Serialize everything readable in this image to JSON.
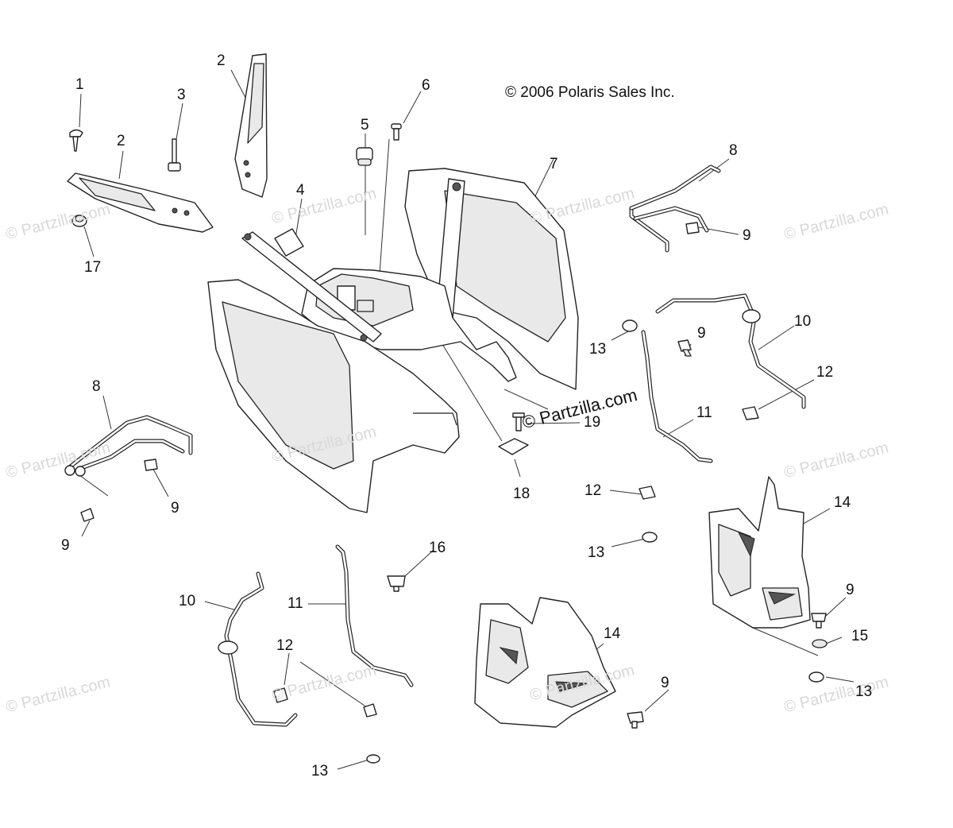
{
  "copyright": "© 2006 Polaris Sales Inc.",
  "watermark_main": "© Partzilla.com",
  "watermark_faint": "© Partzilla.com",
  "callouts": [
    {
      "id": "c1",
      "label": "1"
    },
    {
      "id": "c2a",
      "label": "2"
    },
    {
      "id": "c2b",
      "label": "2"
    },
    {
      "id": "c3",
      "label": "3"
    },
    {
      "id": "c4",
      "label": "4"
    },
    {
      "id": "c5",
      "label": "5"
    },
    {
      "id": "c6",
      "label": "6"
    },
    {
      "id": "c7",
      "label": "7"
    },
    {
      "id": "c8a",
      "label": "8"
    },
    {
      "id": "c8b",
      "label": "8"
    },
    {
      "id": "c9a",
      "label": "9"
    },
    {
      "id": "c9b",
      "label": "9"
    },
    {
      "id": "c9c",
      "label": "9"
    },
    {
      "id": "c9d",
      "label": "9"
    },
    {
      "id": "c9e",
      "label": "9"
    },
    {
      "id": "c9f",
      "label": "9"
    },
    {
      "id": "c10a",
      "label": "10"
    },
    {
      "id": "c10b",
      "label": "10"
    },
    {
      "id": "c11a",
      "label": "11"
    },
    {
      "id": "c11b",
      "label": "11"
    },
    {
      "id": "c12a",
      "label": "12"
    },
    {
      "id": "c12b",
      "label": "12"
    },
    {
      "id": "c12c",
      "label": "12"
    },
    {
      "id": "c13a",
      "label": "13"
    },
    {
      "id": "c13b",
      "label": "13"
    },
    {
      "id": "c13c",
      "label": "13"
    },
    {
      "id": "c13d",
      "label": "13"
    },
    {
      "id": "c14a",
      "label": "14"
    },
    {
      "id": "c14b",
      "label": "14"
    },
    {
      "id": "c15",
      "label": "15"
    },
    {
      "id": "c16",
      "label": "16"
    },
    {
      "id": "c17",
      "label": "17"
    },
    {
      "id": "c18",
      "label": "18"
    },
    {
      "id": "c19",
      "label": "19"
    }
  ]
}
